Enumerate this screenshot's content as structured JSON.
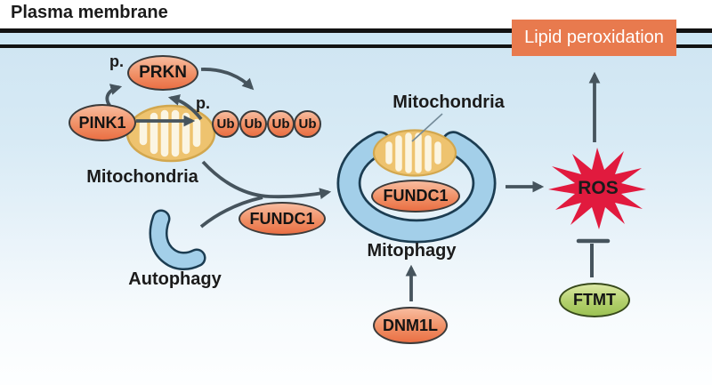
{
  "title": "Plasma membrane",
  "membrane": {
    "box_label": "Lipid peroxidation"
  },
  "nodes": {
    "pink1": "PINK1",
    "prkn": "PRKN",
    "ub": [
      "Ub",
      "Ub",
      "Ub",
      "Ub"
    ],
    "fundc1_free": "FUNDC1",
    "fundc1_engulfed": "FUNDC1",
    "dnm1l": "DNM1L",
    "ftmt": "FTMT",
    "ros": "ROS"
  },
  "labels": {
    "mitochondria_left": "Mitochondria",
    "mitochondria_engulfed": "Mitochondria",
    "autophagy": "Autophagy",
    "mitophagy": "Mitophagy",
    "phospho_prkn": "p.",
    "phospho_ub": "p."
  },
  "colors": {
    "background_top": "#cfe5f2",
    "background_bottom": "#fdfeff",
    "membrane_line": "#121212",
    "protein_orange": "#ee7d52",
    "lipid_box_orange": "#e87a4e",
    "mitochondria_gold": "#eec36f",
    "cristae_ivory": "#fbf5e2",
    "autophagosome_blue": "#a3cfe9",
    "blue_outline": "#1c3d52",
    "ftmt_green": "#aacb63",
    "ros_red": "#e11a3e",
    "arrow_gray": "#46545d"
  }
}
